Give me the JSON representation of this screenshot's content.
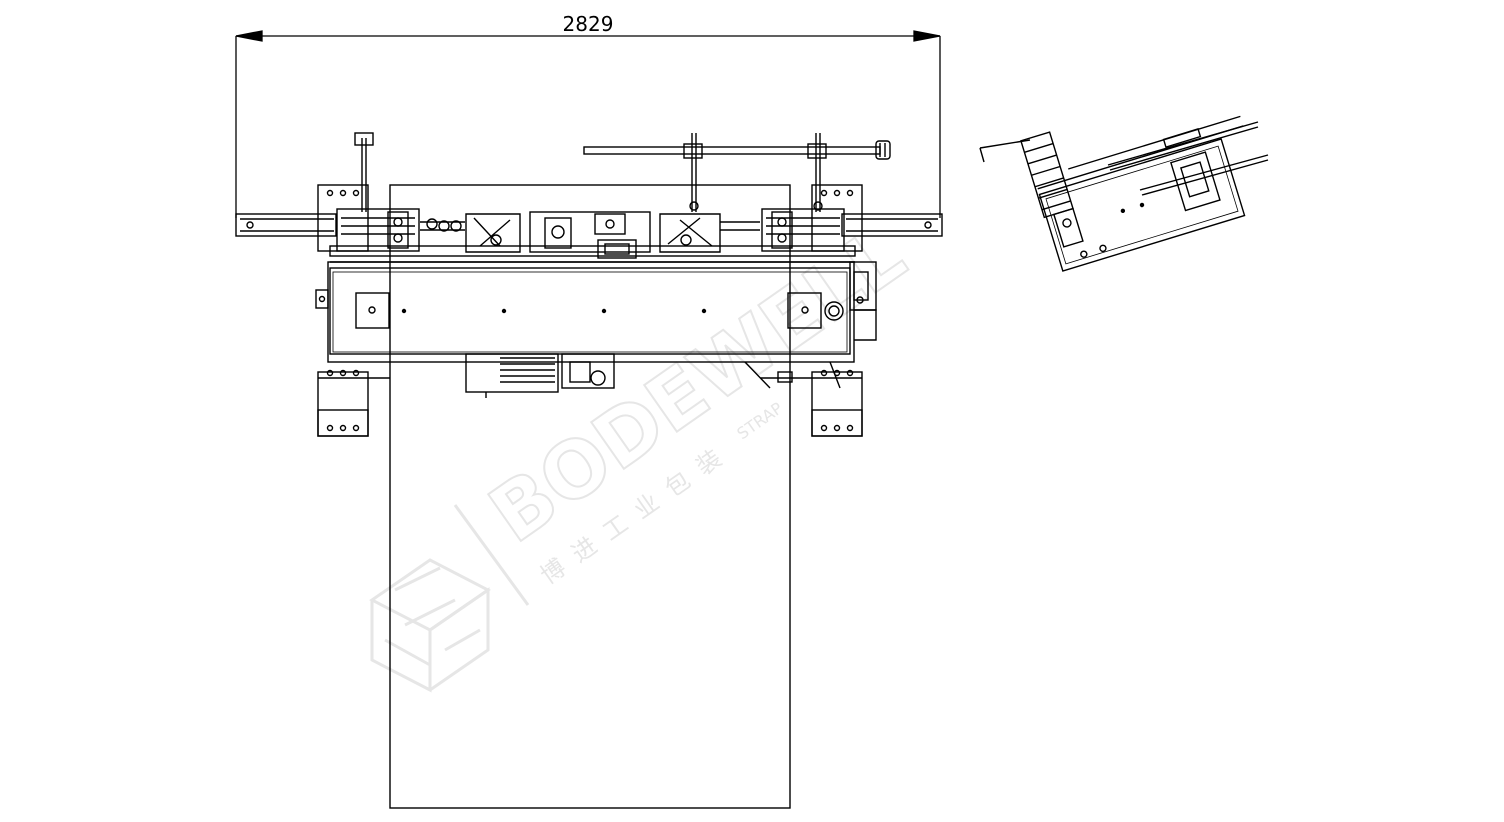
{
  "drawing": {
    "dimension_label": "2829",
    "line_color": "#000000",
    "background_color": "#ffffff"
  },
  "watermark": {
    "brand": "BODEWELL",
    "sub_text": "博进工业包装",
    "strap_text": "STRAP",
    "color": "#e6e6e6"
  }
}
